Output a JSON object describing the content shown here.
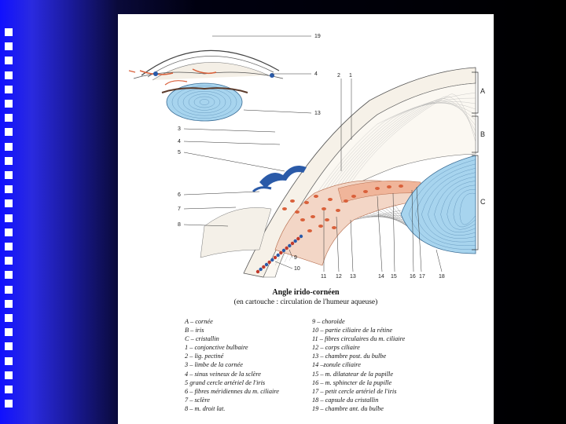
{
  "slide": {
    "caption_title": "Angle irido-cornéen",
    "caption_subtitle": "(en cartouche : circulation de l'humeur aqueuse)"
  },
  "figure": {
    "inset_labels": [
      "19",
      "4",
      "13"
    ],
    "main_numeric_labels": [
      "2",
      "1",
      "3",
      "4",
      "5",
      "6",
      "7",
      "8",
      "9",
      "10",
      "11",
      "12",
      "13",
      "14",
      "15",
      "16",
      "17",
      "18"
    ],
    "region_labels": [
      "A",
      "B",
      "C"
    ]
  },
  "legend": {
    "left": [
      "A – cornée",
      "B – iris",
      "C – cristallin",
      "1 – conjonctive bulbaire",
      "2 – lig. pectiné",
      "3 – limbe de la cornée",
      "4 – sinus veineux de la sclère",
      "5    grand cercle artériel de l'iris",
      "6 – fibres méridiennes du m. ciliaire",
      "7 – sclère",
      "8 – m. droit lat."
    ],
    "right": [
      "9 – choroïde",
      "10 – partie ciliaire de la rétine",
      "11 – fibres circulaires du m. ciliaire",
      "12 – corps ciliaire",
      "13 – chambre post. du bulbe",
      "14 –zonule ciliaire",
      "15 – m. dilatateur de la pupille",
      "16 – m. sphincter de la pupille",
      "17 – petit cercle artériel de l'iris",
      "18 – capsule du cristallin",
      "19 – chambre ant. du bulbe"
    ]
  },
  "colors": {
    "background": "#000000",
    "accent_blue": "#2a2ae0",
    "vessel_blue": "#2a5aa8",
    "vessel_red": "#d9603a",
    "lens_blue": "#9fd0ec"
  }
}
